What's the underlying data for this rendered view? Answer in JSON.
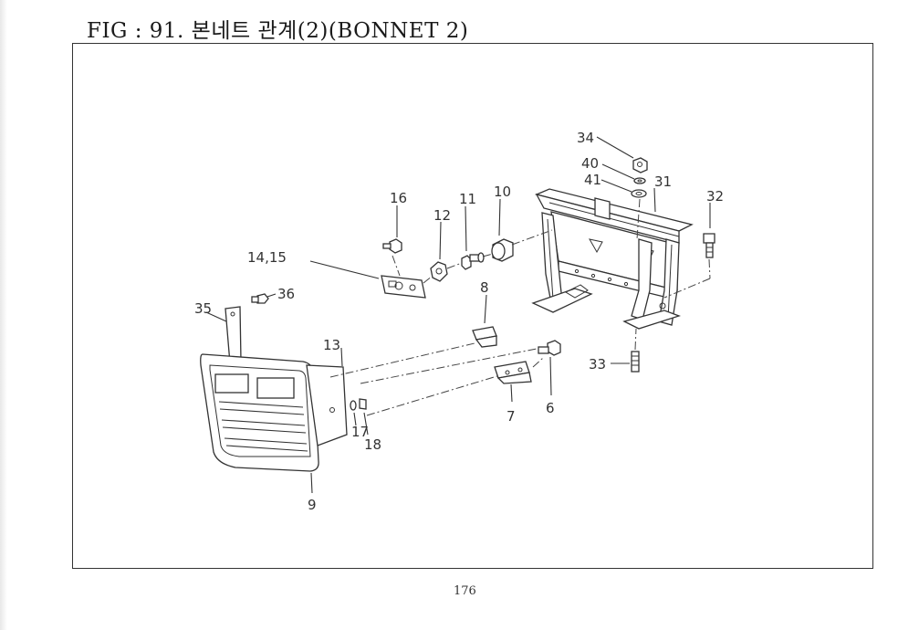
{
  "title": "FIG : 91. 본네트 관계(2)(BONNET 2)",
  "page_number": "176",
  "callouts": {
    "p34": "34",
    "p40": "40",
    "p41": "41",
    "p31": "31",
    "p32": "32",
    "p10": "10",
    "p11": "11",
    "p12": "12",
    "p16": "16",
    "p1415": "14,15",
    "p36": "36",
    "p35": "35",
    "p8": "8",
    "p13": "13",
    "p33": "33",
    "p6": "6",
    "p7": "7",
    "p17": "17",
    "p18": "18",
    "p9": "9"
  }
}
